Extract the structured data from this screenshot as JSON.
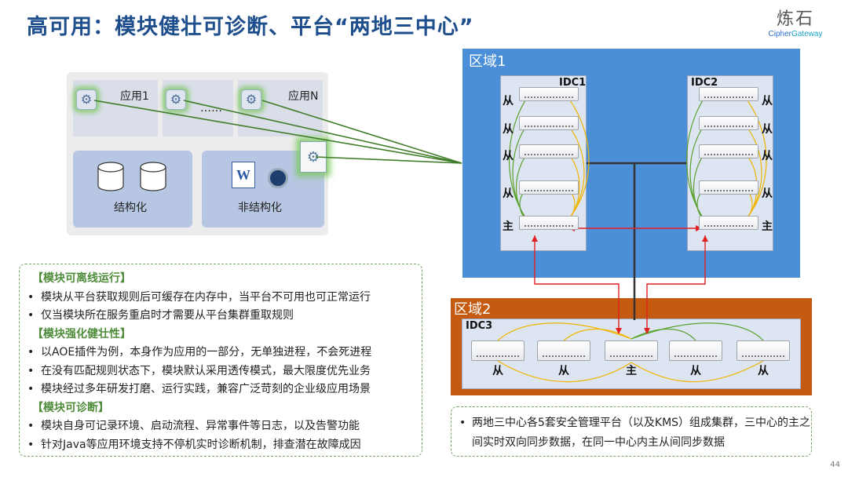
{
  "title": "高可用：模块健壮可诊断、平台“两地三中心”",
  "logo": {
    "cn": "炼石",
    "en_a": "Cipher",
    "en_b": "Gateway"
  },
  "apps": {
    "app1": "应用1",
    "ellipsis": "……",
    "appN": "应用N"
  },
  "storage": {
    "structured": "结构化",
    "unstructured": "非结构化",
    "word_icon": "W"
  },
  "notes": {
    "sections": [
      {
        "title": "【模块可离线运行】",
        "items": [
          "模块从平台获取规则后可缓存在内存中，当平台不可用也可正常运行",
          "仅当模块所在服务重启时才需要从平台集群重取规则"
        ]
      },
      {
        "title": "【模块强化健壮性】",
        "items": [
          "以AOE插件为例，本身作为应用的一部分，无单独进程，不会死进程",
          "在没有匹配规则状态下，模块默认采用透传模式，最大限度优先业务",
          "模块经过多年研发打磨、运行实践，兼容广泛苛刻的企业级应用场景"
        ]
      },
      {
        "title": "【模块可诊断】",
        "items": [
          "模块自身可记录环境、启动流程、异常事件等日志，以及告警功能",
          "针对Java等应用环境支持不停机实时诊断机制，排查潜在故障成因"
        ]
      }
    ]
  },
  "region1": {
    "title": "区域1",
    "idc1": "IDC1",
    "idc2": "IDC2",
    "roles": [
      "从",
      "从",
      "从",
      "从",
      "主"
    ]
  },
  "region2": {
    "title": "区域2",
    "idc3": "IDC3",
    "roles": [
      "从",
      "从",
      "主",
      "从",
      "从"
    ]
  },
  "summary": {
    "text": "两地三中心各5套安全管理平台（以及KMS）组成集群，三中心的主之间实时双向同步数据，在同一中心内主从间同步数据"
  },
  "page_number": "44",
  "colors": {
    "title": "#1f4e8c",
    "region1": "#4a8fd8",
    "region2": "#c55a11",
    "sync_red": "#e02020",
    "sync_yellow": "#f0b400",
    "sync_green": "#5aa02c",
    "section_green": "#4f8c3a"
  }
}
